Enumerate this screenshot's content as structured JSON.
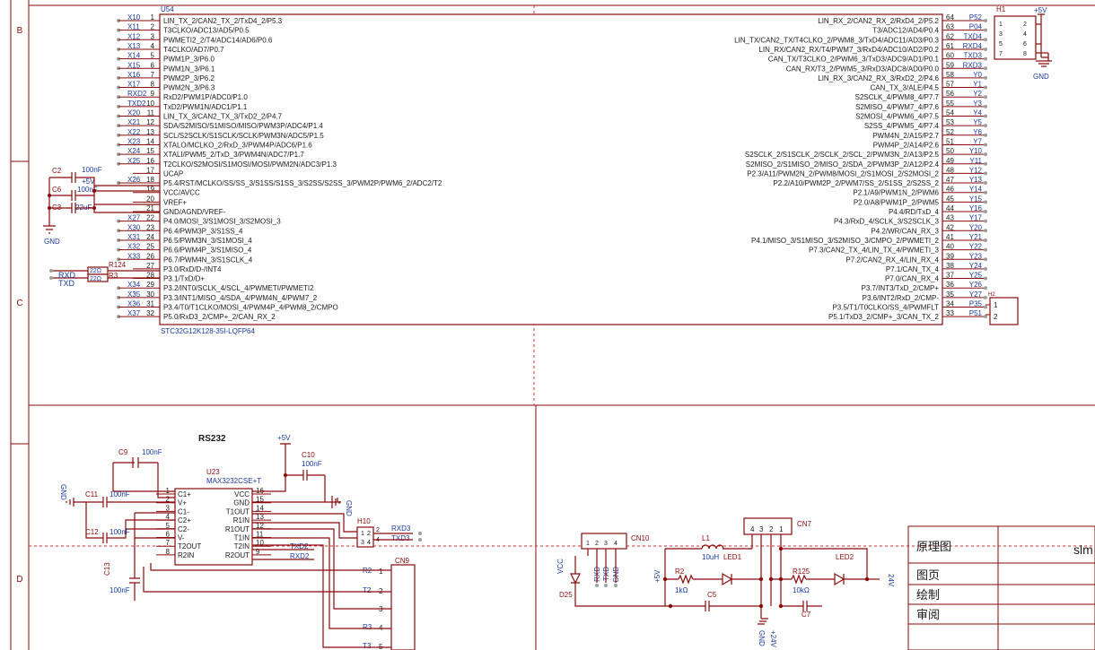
{
  "frame": {
    "rows": [
      "B",
      "C",
      "D"
    ]
  },
  "u54": {
    "ref": "U54",
    "part": "STC32G12K128-35I-LQFP64",
    "left_pins": [
      {
        "num": "1",
        "name": "LIN_TX_2/CAN2_TX_2/TxD4_2/P5.3",
        "net": "X10"
      },
      {
        "num": "2",
        "name": "T3CLKO/ADC13/AD5/P0.5",
        "net": "X11"
      },
      {
        "num": "3",
        "name": "PWMETI2_2/T4/ADC14/AD6/P0.6",
        "net": "X12"
      },
      {
        "num": "4",
        "name": "T4CLKO/AD7/P0.7",
        "net": "X13"
      },
      {
        "num": "5",
        "name": "PWM1P_3/P6.0",
        "net": "X14"
      },
      {
        "num": "6",
        "name": "PWM1N_3/P6.1",
        "net": "X15"
      },
      {
        "num": "7",
        "name": "PWM2P_3/P6.2",
        "net": "X16"
      },
      {
        "num": "8",
        "name": "PWM2N_3/P6.3",
        "net": "X17"
      },
      {
        "num": "9",
        "name": "RxD2/PWM1P/ADC0/P1.0",
        "net": "RXD2"
      },
      {
        "num": "10",
        "name": "TxD2/PWM1N/ADC1/P1.1",
        "net": "TXD2"
      },
      {
        "num": "11",
        "name": "LIN_TX_3/CAN2_TX_3/TxD2_2/P4.7",
        "net": "X20"
      },
      {
        "num": "12",
        "name": "SDA/S2MISO/S1MISO/MISO/PWM3P/ADC4/P1.4",
        "net": "X21"
      },
      {
        "num": "13",
        "name": "SCL/S2SCLK/S1SCLK/SCLK/PWM3N/ADC5/P1.5",
        "net": "X22"
      },
      {
        "num": "14",
        "name": "XTALO/MCLKO_2/RxD_3/PWM4P/ADC6/P1.6",
        "net": "X23"
      },
      {
        "num": "15",
        "name": "XTALI/PWM5_2/TxD_3/PWM4N/ADC7/P1.7",
        "net": "X24"
      },
      {
        "num": "16",
        "name": "T2CLKO/S2MOSI/S1MOSI/MOSI/PWM2N/ADC3/P1.3",
        "net": "X25"
      },
      {
        "num": "17",
        "name": "UCAP",
        "net": ""
      },
      {
        "num": "18",
        "name": "P5.4/RST/MCLKO/SS/SS_3/S1SS/S1SS_3/S2SS/S2SS_3/PWM2P/PWM6_2/ADC2/T2",
        "net": "X26"
      },
      {
        "num": "19",
        "name": "VCC/AVCC",
        "net": ""
      },
      {
        "num": "20",
        "name": "VREF+",
        "net": ""
      },
      {
        "num": "21",
        "name": "GND/AGND/VREF-",
        "net": ""
      },
      {
        "num": "22",
        "name": "P4.0/MOSI_3/S1MOSI_3/S2MOSI_3",
        "net": "X27"
      },
      {
        "num": "23",
        "name": "P6.4/PWM3P_3/S1SS_4",
        "net": "X30"
      },
      {
        "num": "24",
        "name": "P6.5/PWM3N_3/S1MOSI_4",
        "net": "X31"
      },
      {
        "num": "25",
        "name": "P6.6/PWM4P_3/S1MISO_4",
        "net": "X32"
      },
      {
        "num": "26",
        "name": "P6.7/PWM4N_3/S1SCLK_4",
        "net": "X33"
      },
      {
        "num": "27",
        "name": "P3.0/RxD/D-/INT4",
        "net": ""
      },
      {
        "num": "28",
        "name": "P3.1/TxD/D+",
        "net": ""
      },
      {
        "num": "29",
        "name": "P3.2/INT0/SCLK_4/SCL_4/PWMETI/PWMETI2",
        "net": "X34"
      },
      {
        "num": "30",
        "name": "P3.3/INT1/MISO_4/SDA_4/PWM4N_4/PWM7_2",
        "net": "X35"
      },
      {
        "num": "31",
        "name": "P3.4/T0/T1CLKO/MOSI_4/PWM4P_4/PWM8_2/CMPO",
        "net": "X36"
      },
      {
        "num": "32",
        "name": "P5.0/RxD3_2/CMP+_2/CAN_RX_2",
        "net": "X37"
      }
    ],
    "right_pins": [
      {
        "num": "64",
        "name": "LIN_RX_2/CAN2_RX_2/RxD4_2/P5.2",
        "net": "P52"
      },
      {
        "num": "63",
        "name": "T3/ADC12/AD4/P0.4",
        "net": "P04"
      },
      {
        "num": "62",
        "name": "LIN_TX/CAN2_TX/T4CLKO_2/PWM8_3/TxD4/ADC11/AD3/P0.3",
        "net": "TXD4"
      },
      {
        "num": "61",
        "name": "LIN_RX/CAN2_RX/T4/PWM7_3/RxD4/ADC10/AD2/P0.2",
        "net": "RXD4"
      },
      {
        "num": "60",
        "name": "CAN_TX/T3CLKO_2/PWM6_3/TxD3/ADC9/AD1/P0.1",
        "net": "TXD3"
      },
      {
        "num": "59",
        "name": "CAN_RX/T3_2/PWM5_3/RxD3/ADC8/AD0/P0.0",
        "net": "RXD3"
      },
      {
        "num": "58",
        "name": "LIN_RX_3/CAN2_RX_3/RxD2_2/P4.6",
        "net": "Y0"
      },
      {
        "num": "57",
        "name": "CAN_TX_3/ALE/P4.5",
        "net": "Y1"
      },
      {
        "num": "56",
        "name": "S2SCLK_4/PWM8_4/P7.7",
        "net": "Y2"
      },
      {
        "num": "55",
        "name": "S2MISO_4/PWM7_4/P7.6",
        "net": "Y3"
      },
      {
        "num": "54",
        "name": "S2MOSI_4/PWM6_4/P7.5",
        "net": "Y4"
      },
      {
        "num": "53",
        "name": "S2SS_4/PWM5_4/P7.4",
        "net": "Y5"
      },
      {
        "num": "52",
        "name": "PWM4N_2/A15/P2.7",
        "net": "Y6"
      },
      {
        "num": "51",
        "name": "PWM4P_2/A14/P2.6",
        "net": "Y7"
      },
      {
        "num": "50",
        "name": "S2SCLK_2/S1SCLK_2/SCLK_2/SCL_2/PWM3N_2/A13/P2.5",
        "net": "Y10"
      },
      {
        "num": "49",
        "name": "S2MISO_2/S1MISO_2/MISO_2/SDA_2/PWM3P_2/A12/P2.4",
        "net": "Y11"
      },
      {
        "num": "48",
        "name": "P2.3/A11/PWM2N_2/PWM8/MOSI_2/S1MOSI_2/S2MOSI_2",
        "net": "Y12"
      },
      {
        "num": "47",
        "name": "P2.2/A10/PWM2P_2/PWM7/SS_2/S1SS_2/S2SS_2",
        "net": "Y13"
      },
      {
        "num": "46",
        "name": "P2.1/A9/PWM1N_2/PWM6",
        "net": "Y14"
      },
      {
        "num": "45",
        "name": "P2.0/A8/PWM1P_2/PWM5",
        "net": "Y15"
      },
      {
        "num": "44",
        "name": "P4.4/RD/TxD_4",
        "net": "Y16"
      },
      {
        "num": "43",
        "name": "P4.3/RxD_4/SCLK_3/S2SCLK_3",
        "net": "Y17"
      },
      {
        "num": "42",
        "name": "P4.2/WR/CAN_RX_3",
        "net": "Y20"
      },
      {
        "num": "41",
        "name": "P4.1/MISO_3/S1MISO_3/S2MISO_3/CMPO_2/PWMETI_2",
        "net": "Y21"
      },
      {
        "num": "40",
        "name": "P7.3/CAN2_TX_4/LIN_TX_4/PWMETI_3",
        "net": "Y22"
      },
      {
        "num": "39",
        "name": "P7.2/CAN2_RX_4/LIN_RX_4",
        "net": "Y23"
      },
      {
        "num": "38",
        "name": "P7.1/CAN_TX_4",
        "net": "Y24"
      },
      {
        "num": "37",
        "name": "P7.0/CAN_RX_4",
        "net": "Y25"
      },
      {
        "num": "36",
        "name": "P3.7/INT3/TxD_2/CMP+",
        "net": "Y26"
      },
      {
        "num": "35",
        "name": "P3.6/INT2/RxD_2/CMP-",
        "net": "Y27"
      },
      {
        "num": "34",
        "name": "P3.5/T1/T0CLKO/SS_4/PWMFLT",
        "net": "P35"
      },
      {
        "num": "33",
        "name": "P5.1/TxD3_2/CMP+_3/CAN_TX_2",
        "net": "P51"
      }
    ]
  },
  "power_section": {
    "c2": {
      "ref": "C2",
      "value": "100nF"
    },
    "c6": {
      "ref": "C6",
      "value": "100nF"
    },
    "c3": {
      "ref": "C3",
      "value": "22uF"
    },
    "vcc_label": "+5V",
    "gnd_label": "GND"
  },
  "usb_section": {
    "r124": {
      "ref": "R124",
      "value": "22Ω"
    },
    "r3": {
      "ref": "R3",
      "value": "22Ω"
    },
    "rxd": "RXD",
    "txd": "TXD"
  },
  "h1": {
    "ref": "H1",
    "vcc_label": "+5V",
    "gnd_label": "GND",
    "pins": [
      "1",
      "2",
      "3",
      "4",
      "5",
      "6",
      "7",
      "8"
    ]
  },
  "h2": {
    "ref": "H2",
    "pins": [
      "1",
      "2"
    ]
  },
  "rs232": {
    "title": "RS232",
    "u23": {
      "ref": "U23",
      "part": "MAX3232CSE+T",
      "left_pins": [
        {
          "num": "1",
          "name": "C1+"
        },
        {
          "num": "2",
          "name": "V+"
        },
        {
          "num": "3",
          "name": "C1-"
        },
        {
          "num": "4",
          "name": "C2+"
        },
        {
          "num": "5",
          "name": "C2-"
        },
        {
          "num": "6",
          "name": "V-"
        },
        {
          "num": "7",
          "name": "T2OUT"
        },
        {
          "num": "8",
          "name": "R2IN"
        }
      ],
      "right_pins": [
        {
          "num": "16",
          "name": "VCC"
        },
        {
          "num": "15",
          "name": "GND"
        },
        {
          "num": "14",
          "name": "T1OUT"
        },
        {
          "num": "13",
          "name": "R1IN"
        },
        {
          "num": "12",
          "name": "R1OUT"
        },
        {
          "num": "11",
          "name": "T1IN"
        },
        {
          "num": "10",
          "name": "T2IN"
        },
        {
          "num": "9",
          "name": "R2OUT"
        }
      ]
    },
    "c9": {
      "ref": "C9",
      "value": "100nF"
    },
    "c10": {
      "ref": "C10",
      "value": "100nF"
    },
    "c11": {
      "ref": "C11",
      "value": "100nF"
    },
    "c12": {
      "ref": "C12",
      "value": "100nF"
    },
    "c13": {
      "ref": "C13",
      "value": "100nF"
    },
    "vcc_label": "+5V",
    "gnd_label": "GND",
    "gnd_label_left": "GND",
    "h10": {
      "ref": "H10",
      "pins": [
        "1",
        "2",
        "3",
        "4"
      ],
      "nets": [
        "RXD3",
        "TXD3"
      ]
    },
    "txd2": "TXD2",
    "rxd2": "RXD2",
    "cn9": {
      "ref": "CN9",
      "nets": [
        "R2",
        "T2",
        "",
        "R3",
        "T3"
      ],
      "pins": [
        "1",
        "2",
        "3",
        "4",
        "5"
      ]
    }
  },
  "power_led": {
    "cn10": {
      "ref": "CN10",
      "pins": [
        "1",
        "2",
        "3",
        "4"
      ],
      "labels": [
        "VCC",
        "RXD",
        "TXD",
        "GND"
      ]
    },
    "d25": {
      "ref": "D25"
    },
    "l1": {
      "ref": "L1",
      "value": "10uH"
    },
    "led1": {
      "ref": "LED1"
    },
    "r2": {
      "ref": "R2",
      "value": "1kΩ"
    },
    "c5": {
      "ref": "C5"
    },
    "cn7": {
      "ref": "CN7",
      "pins": [
        "4",
        "3",
        "2",
        "1"
      ]
    },
    "r125": {
      "ref": "R125",
      "value": "10kΩ"
    },
    "led2": {
      "ref": "LED2"
    },
    "c7": {
      "ref": "C7"
    },
    "vcc_5v": "+5V",
    "v24": "24V",
    "plus24v": "+24V",
    "gnd": "GND"
  },
  "title_block": {
    "title_label": "原理图",
    "title_value": "slm",
    "rows": [
      "图页",
      "绘制",
      "审阅"
    ]
  },
  "colors": {
    "wire": "#8b0a0a",
    "net": "#1a3aa0",
    "gnd_wire": "#006600",
    "text": "#1a1a1a",
    "dashed": "#d03030"
  }
}
